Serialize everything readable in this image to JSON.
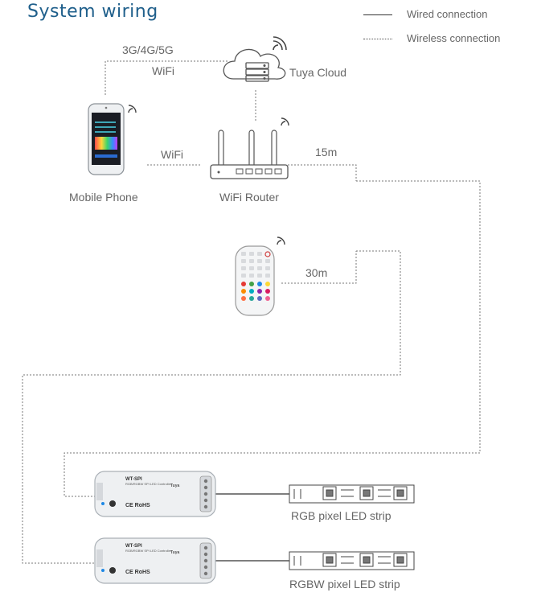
{
  "title": "System wiring",
  "legend": {
    "wired": "Wired connection",
    "wireless": "Wireless connection"
  },
  "labels": {
    "cellular": "3G/4G/5G",
    "wifi_top": "WiFi",
    "cloud": "Tuya Cloud",
    "wifi_mid": "WiFi",
    "distance_router": "15m",
    "phone": "Mobile Phone",
    "router": "WiFi Router",
    "distance_remote": "30m",
    "strip1": "RGB pixel LED strip",
    "strip2": "RGBW pixel LED strip"
  },
  "controller": {
    "model": "WT-SPI",
    "subtitle": "RGB/RGBW SPI LED Controller",
    "brand": "Tuya",
    "marks": "CE RoHS"
  },
  "colors": {
    "title": "#1f5f8b",
    "wire": "#555555",
    "device": "#e9ecef"
  }
}
